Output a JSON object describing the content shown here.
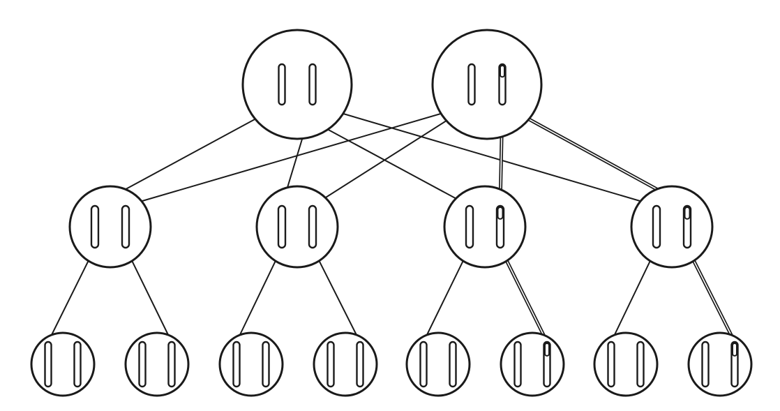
{
  "diagram": {
    "ink_color": "#1a1a1a",
    "paper_color": "#ffffff",
    "generations": [
      {
        "cells": [
          {
            "chromosomes": [
              "plain",
              "plain"
            ]
          },
          {
            "chromosomes": [
              "plain",
              "marked"
            ]
          }
        ]
      },
      {
        "cells": [
          {
            "chromosomes": [
              "plain",
              "plain"
            ]
          },
          {
            "chromosomes": [
              "plain",
              "plain"
            ]
          },
          {
            "chromosomes": [
              "plain",
              "marked"
            ]
          },
          {
            "chromosomes": [
              "plain",
              "marked"
            ]
          }
        ]
      },
      {
        "cells": [
          {
            "chromosomes": [
              "plain",
              "plain"
            ]
          },
          {
            "chromosomes": [
              "plain",
              "plain"
            ]
          },
          {
            "chromosomes": [
              "plain",
              "plain"
            ]
          },
          {
            "chromosomes": [
              "plain",
              "plain"
            ]
          },
          {
            "chromosomes": [
              "plain",
              "plain"
            ]
          },
          {
            "chromosomes": [
              "plain",
              "marked"
            ]
          },
          {
            "chromosomes": [
              "plain",
              "plain"
            ]
          },
          {
            "chromosomes": [
              "plain",
              "marked"
            ]
          }
        ]
      }
    ],
    "links": [
      {
        "from": [
          0,
          0,
          0
        ],
        "to": [
          1,
          0,
          0
        ],
        "traced": false
      },
      {
        "from": [
          0,
          0,
          1
        ],
        "to": [
          1,
          1,
          0
        ],
        "traced": false
      },
      {
        "from": [
          0,
          0,
          0
        ],
        "to": [
          1,
          2,
          0
        ],
        "traced": false
      },
      {
        "from": [
          0,
          0,
          1
        ],
        "to": [
          1,
          3,
          0
        ],
        "traced": false
      },
      {
        "from": [
          0,
          1,
          0
        ],
        "to": [
          1,
          0,
          1
        ],
        "traced": false
      },
      {
        "from": [
          0,
          1,
          0
        ],
        "to": [
          1,
          1,
          1
        ],
        "traced": false
      },
      {
        "from": [
          0,
          1,
          1
        ],
        "to": [
          1,
          2,
          1
        ],
        "traced": true
      },
      {
        "from": [
          0,
          1,
          1
        ],
        "to": [
          1,
          3,
          1
        ],
        "traced": true
      },
      {
        "from": [
          1,
          0,
          0
        ],
        "to": [
          2,
          0,
          0
        ],
        "traced": false
      },
      {
        "from": [
          1,
          0,
          1
        ],
        "to": [
          2,
          1,
          1
        ],
        "traced": false
      },
      {
        "from": [
          1,
          1,
          0
        ],
        "to": [
          2,
          2,
          0
        ],
        "traced": false
      },
      {
        "from": [
          1,
          1,
          1
        ],
        "to": [
          2,
          3,
          1
        ],
        "traced": false
      },
      {
        "from": [
          1,
          2,
          0
        ],
        "to": [
          2,
          4,
          0
        ],
        "traced": false
      },
      {
        "from": [
          1,
          2,
          1
        ],
        "to": [
          2,
          5,
          1
        ],
        "traced": true
      },
      {
        "from": [
          1,
          3,
          0
        ],
        "to": [
          2,
          6,
          0
        ],
        "traced": false
      },
      {
        "from": [
          1,
          3,
          1
        ],
        "to": [
          2,
          7,
          1
        ],
        "traced": true
      }
    ]
  }
}
